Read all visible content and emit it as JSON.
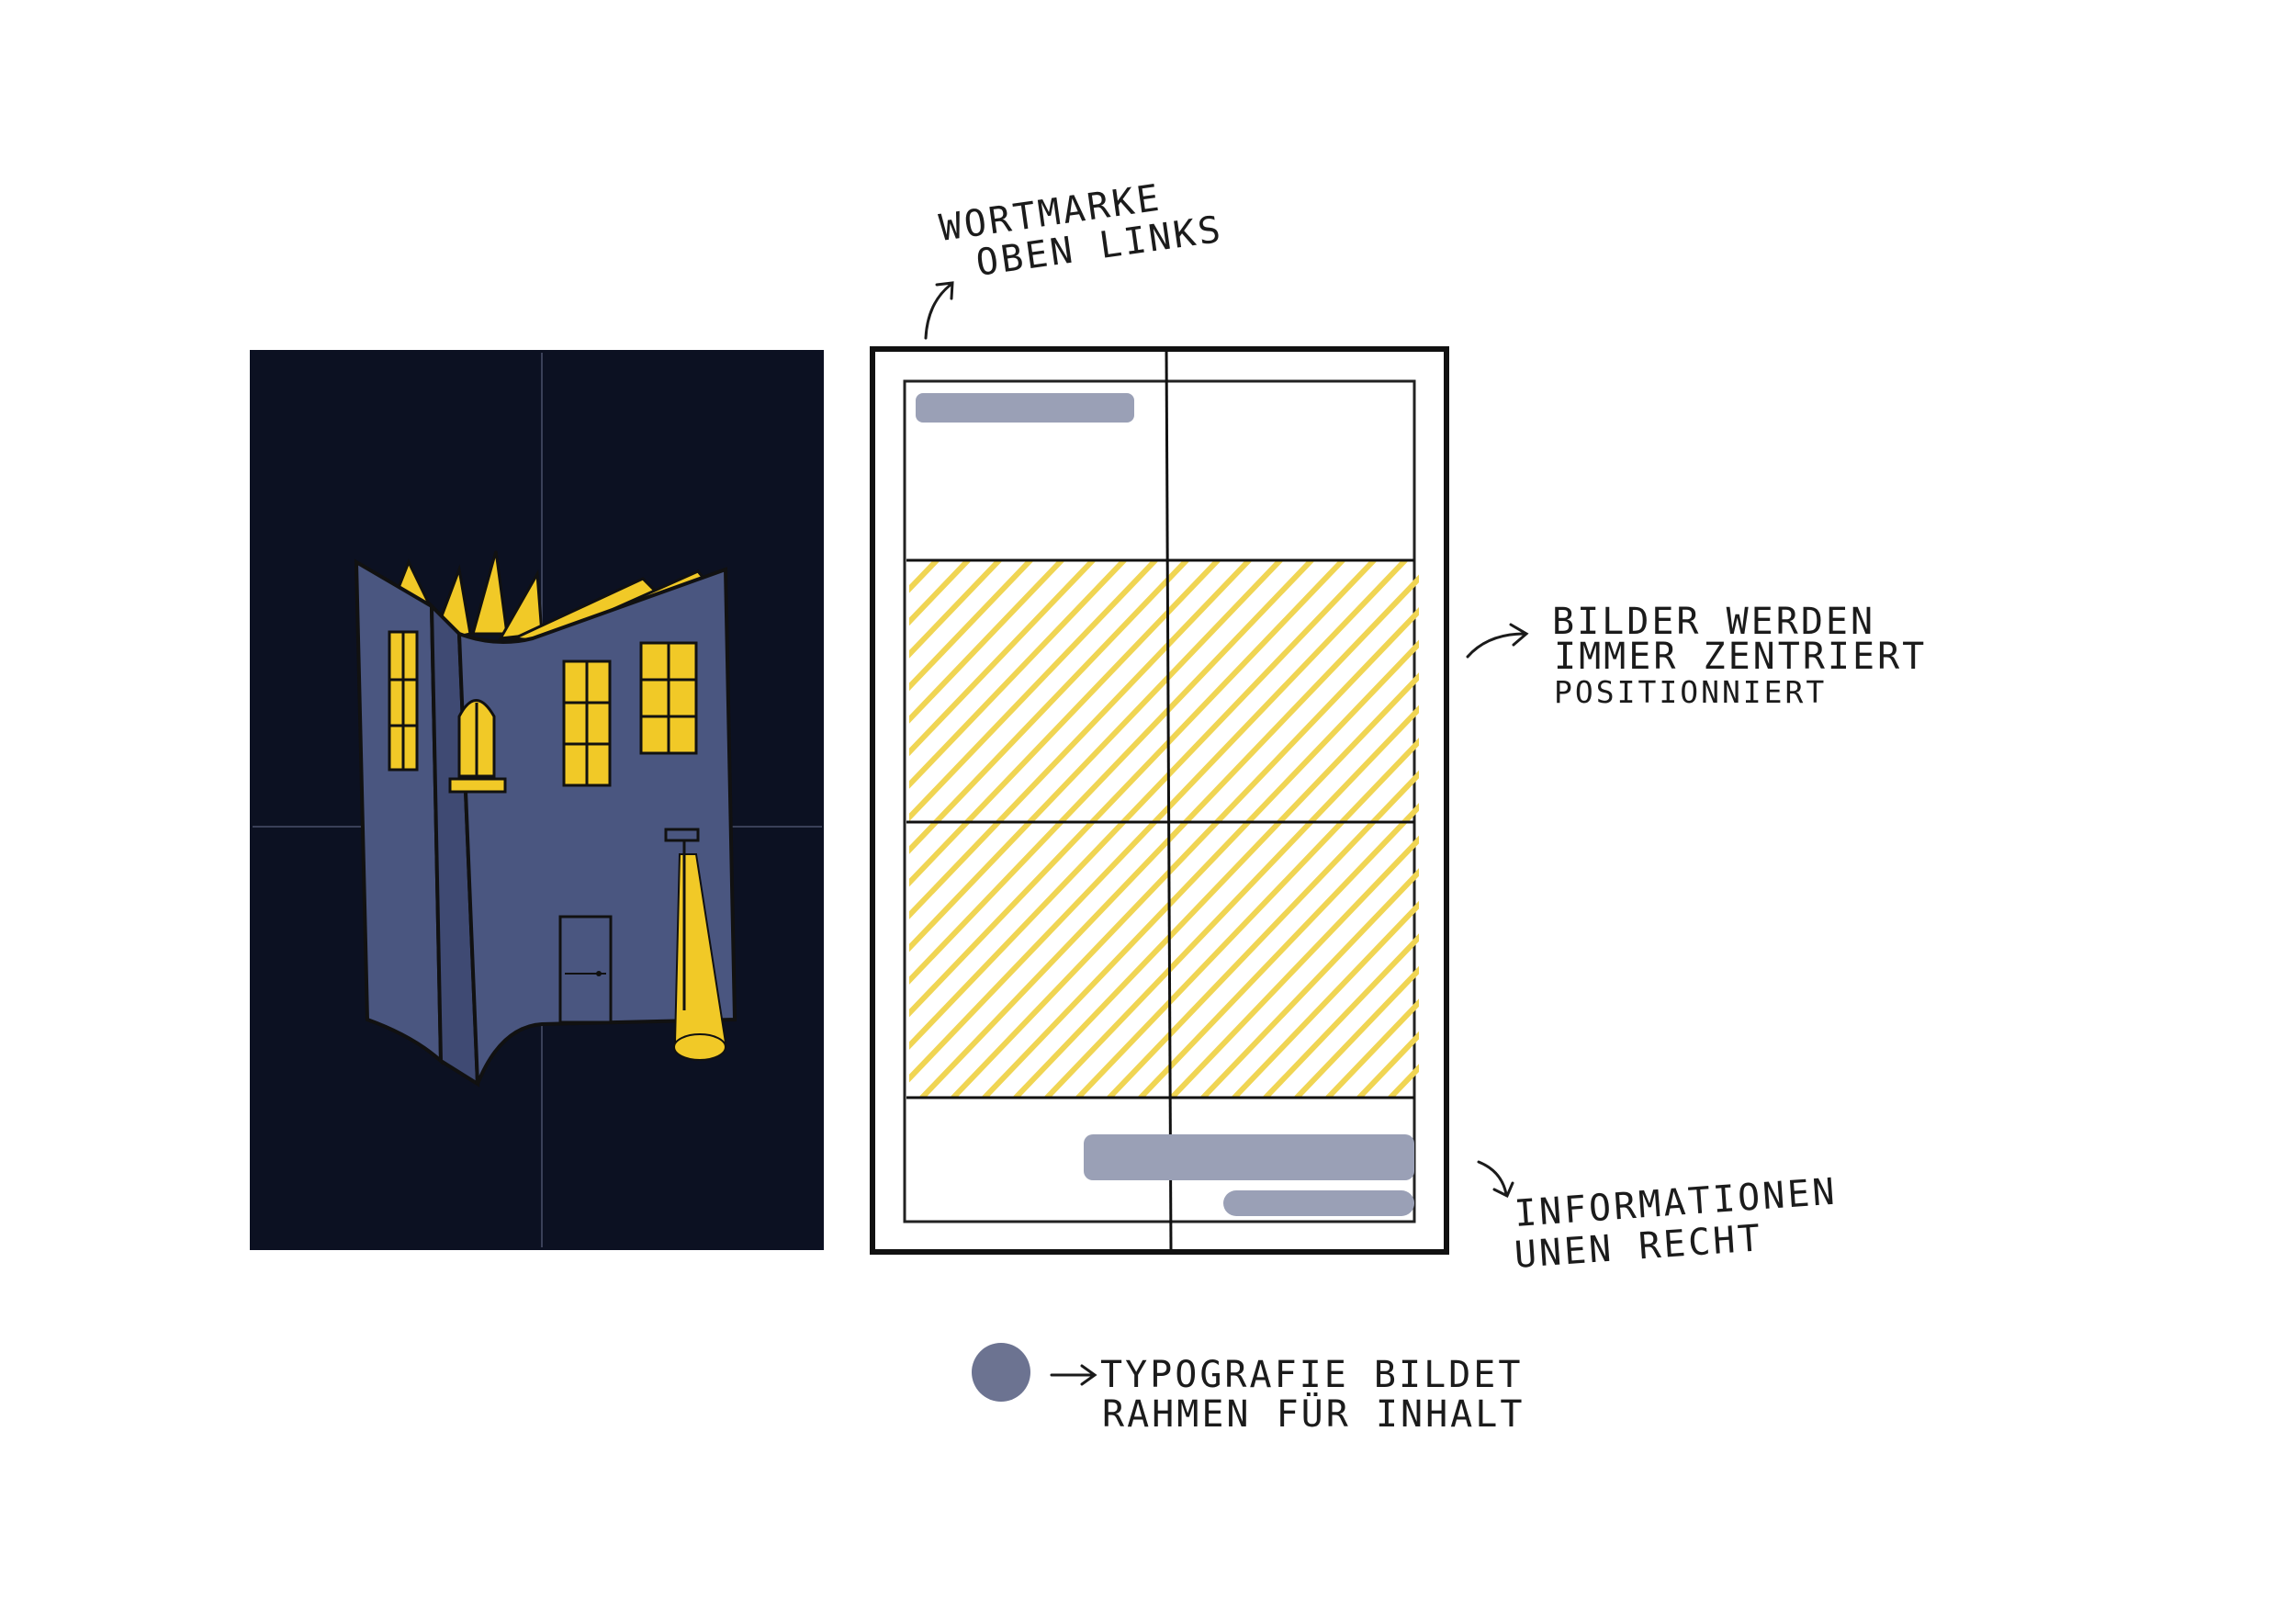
{
  "annotations": {
    "wordmark": {
      "line1": "WORTMARKE",
      "line2": "OBEN LINKS"
    },
    "images": {
      "line1": "BILDER WERDEN",
      "line2": "IMMER ZENTRIERT",
      "line3": "POSITIONNIERT"
    },
    "info": {
      "line1": "INFORMATIONEN",
      "line2": "UNEN RECHT"
    },
    "legend": {
      "line1": "TYPOGRAFIE BILDET",
      "line2": "RAHMEN FÜR INHALT"
    }
  },
  "colors": {
    "navy": "#0c1122",
    "building": "#4a5680",
    "yellow": "#f1c927",
    "gray_bar": "#9aa0b6",
    "legend_dot": "#6c7391",
    "ink": "#1b1b1b",
    "hatch": "#f0d553"
  },
  "icons": {
    "legend_marker": "gray-dot",
    "arrows": "hand-drawn-arrow"
  }
}
